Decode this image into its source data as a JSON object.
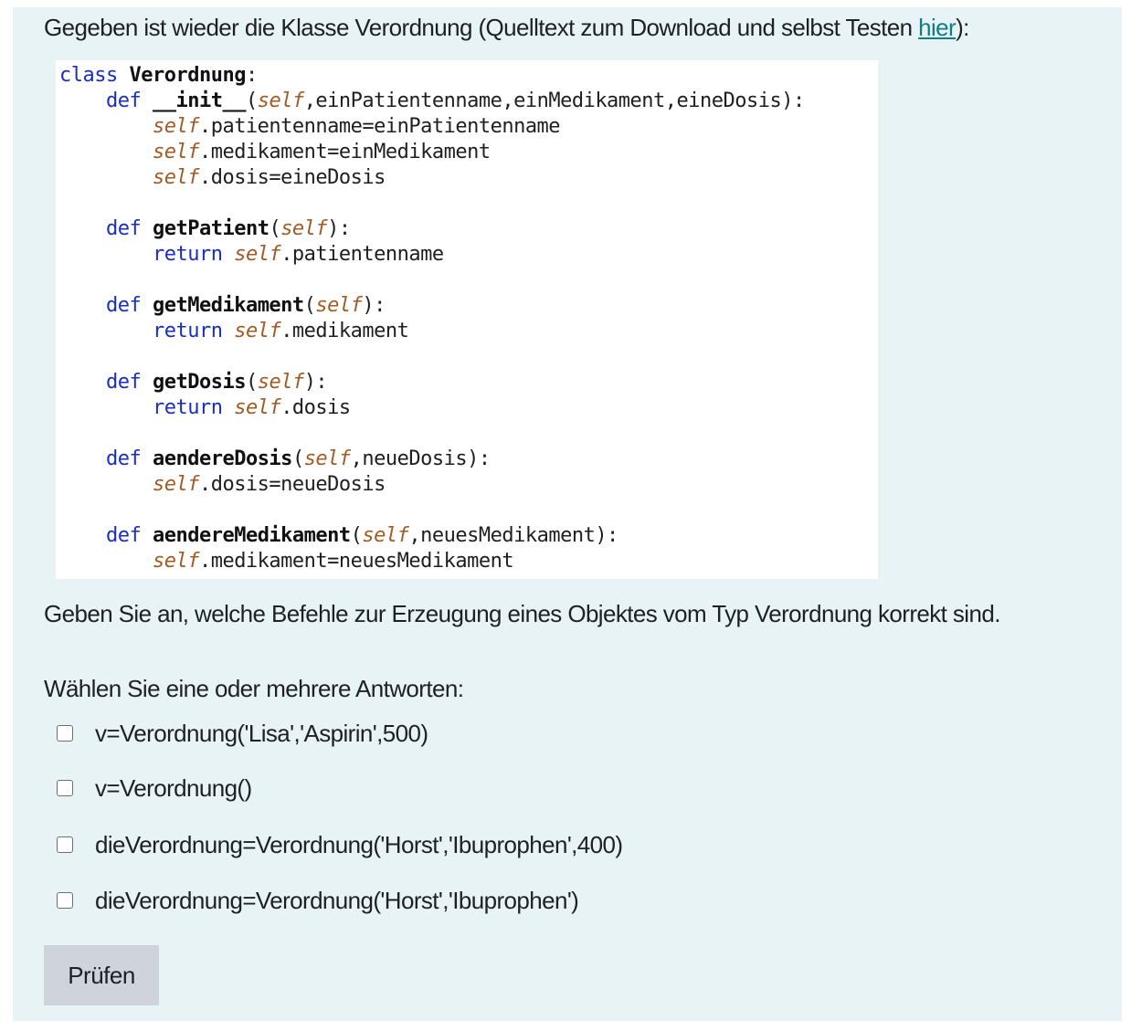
{
  "intro": {
    "text_before": "Gegeben ist wieder die Klasse Verordnung (Quelltext zum Download und selbst Testen ",
    "link": "hier",
    "text_after": "):"
  },
  "code": {
    "class_kw": "class",
    "class_name": "Verordnung",
    "colon": ":",
    "def_kw": "def",
    "return_kw": "return",
    "self_kw": "self",
    "init_name": "__init__",
    "init_params_open": "(",
    "init_params_rest": ",einPatientenname,einMedikament,eineDosis):",
    "init_body": [
      ".patientenname=einPatientenname",
      ".medikament=einMedikament",
      ".dosis=eineDosis"
    ],
    "get_patient_name": "getPatient",
    "get_patient_return": ".patientenname",
    "get_medikament_name": "getMedikament",
    "get_medikament_return": ".medikament",
    "get_dosis_name": "getDosis",
    "get_dosis_return": ".dosis",
    "aendere_dosis_name": "aendereDosis",
    "aendere_dosis_params": ",neueDosis):",
    "aendere_dosis_body": ".dosis=neueDosis",
    "aendere_medikament_name": "aendereMedikament",
    "aendere_medikament_params": ",neuesMedikament):",
    "aendere_medikament_body": ".medikament=neuesMedikament",
    "open_paren": "(",
    "close_paren_colon": "):"
  },
  "question": "Geben Sie an, welche Befehle zur Erzeugung eines Objektes vom Typ Verordnung korrekt sind.",
  "prompt": "Wählen Sie eine oder mehrere Antworten:",
  "options": [
    "v=Verordnung('Lisa','Aspirin',500)",
    "v=Verordnung()",
    "dieVerordnung=Verordnung('Horst','Ibuprophen',400)",
    "dieVerordnung=Verordnung('Horst','Ibuprophen')"
  ],
  "check_button": "Prüfen",
  "colors": {
    "panel": "#e7f3f5",
    "link": "#0f7f86",
    "keyword": "#1a2ec4",
    "self": "#a35a25",
    "button": "#ced4da"
  }
}
